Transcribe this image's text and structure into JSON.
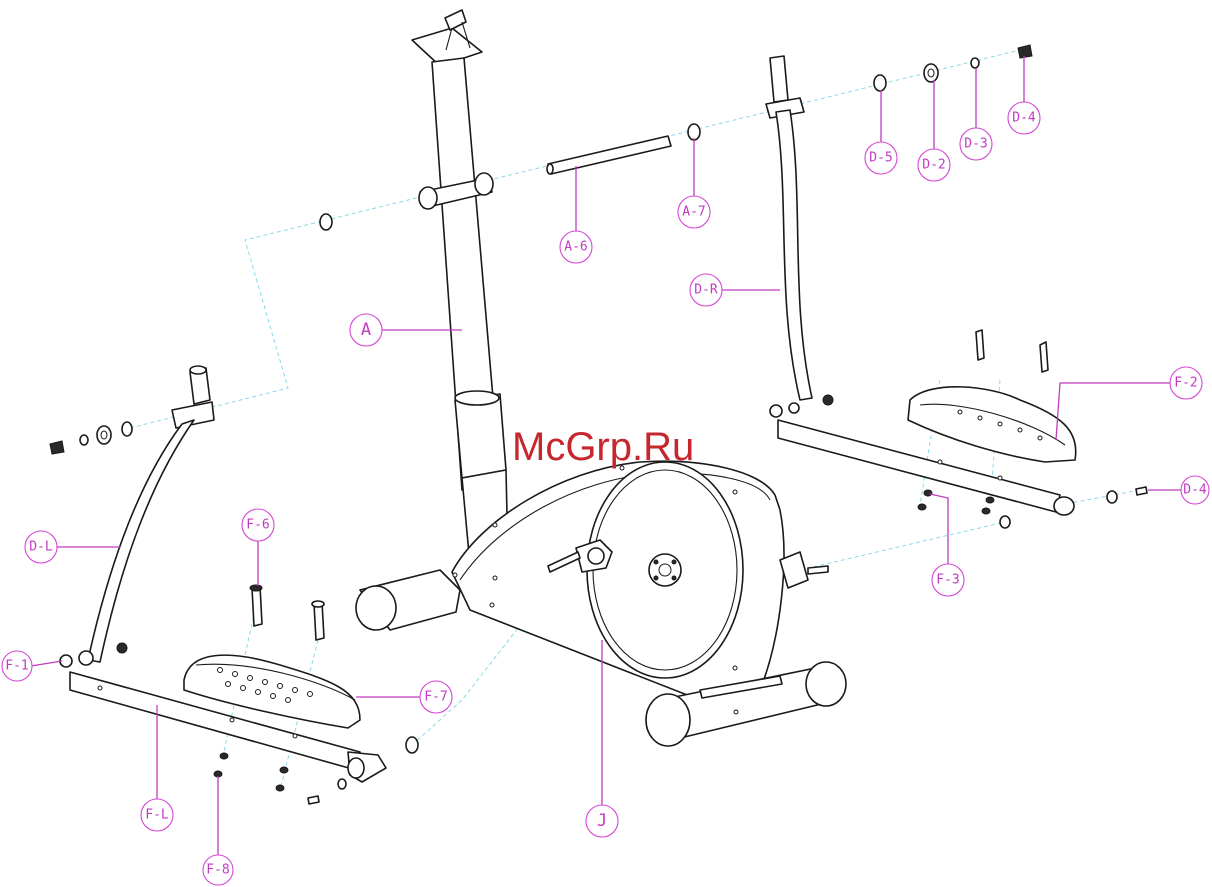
{
  "watermark": "McGrp.Ru",
  "callouts": {
    "A": "A",
    "A6": "A-6",
    "A7": "A-7",
    "D5": "D-5",
    "D2": "D-2",
    "D3": "D-3",
    "D4_top": "D-4",
    "DR": "D-R",
    "DL": "D-L",
    "F1": "F-1",
    "F2": "F-2",
    "F3": "F-3",
    "D4_right": "D-4",
    "F6": "F-6",
    "F7": "F-7",
    "FL": "F-L",
    "F8": "F-8",
    "J": "J"
  },
  "colors": {
    "callout": "#c13bc1",
    "axis_line": "#7fd6e6",
    "watermark": "#c6262e",
    "line_art": "#1a1a1a"
  }
}
